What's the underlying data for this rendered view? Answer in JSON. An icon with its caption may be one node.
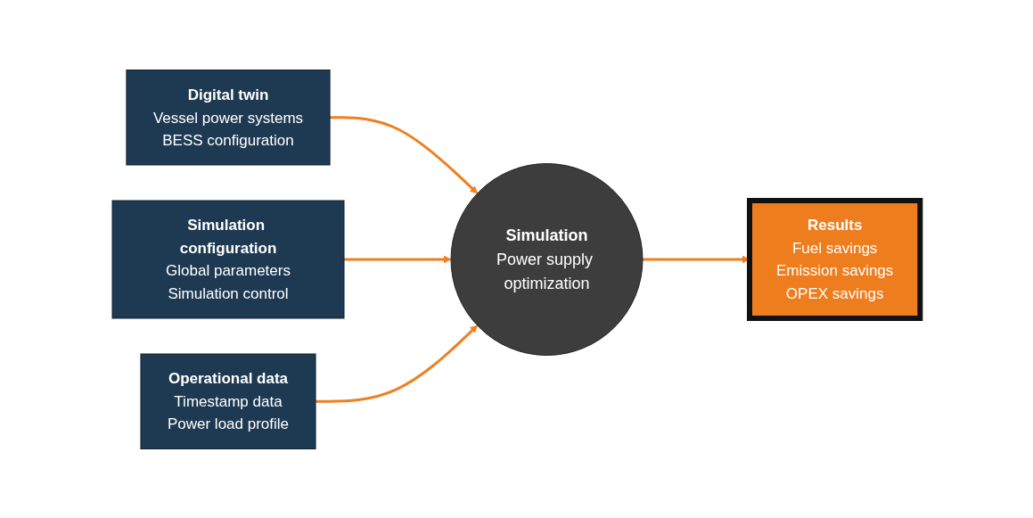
{
  "diagram": {
    "nodes": [
      {
        "text": [
          "Digital twin",
          "Vessel power systems",
          "BESS configuration"
        ]
      },
      {
        "text": [
          "Simulation configuration",
          "Global parameters",
          "Simulation control"
        ]
      },
      {
        "text": [
          "Operational data",
          "Timestamp data",
          "Power load profile"
        ]
      },
      {
        "text": [
          "Simulation",
          "Power supply optimization"
        ]
      },
      {
        "text": [
          "Results",
          "Fuel savings",
          "Emission savings",
          "OPEX savings"
        ]
      }
    ],
    "edges": [
      {
        "from": 0,
        "to": 3,
        "arrow": "to"
      },
      {
        "from": 1,
        "to": 3,
        "arrow": "to"
      },
      {
        "from": 2,
        "to": 3,
        "arrow": "to"
      },
      {
        "from": 3,
        "to": 4,
        "arrow": "to"
      }
    ]
  }
}
